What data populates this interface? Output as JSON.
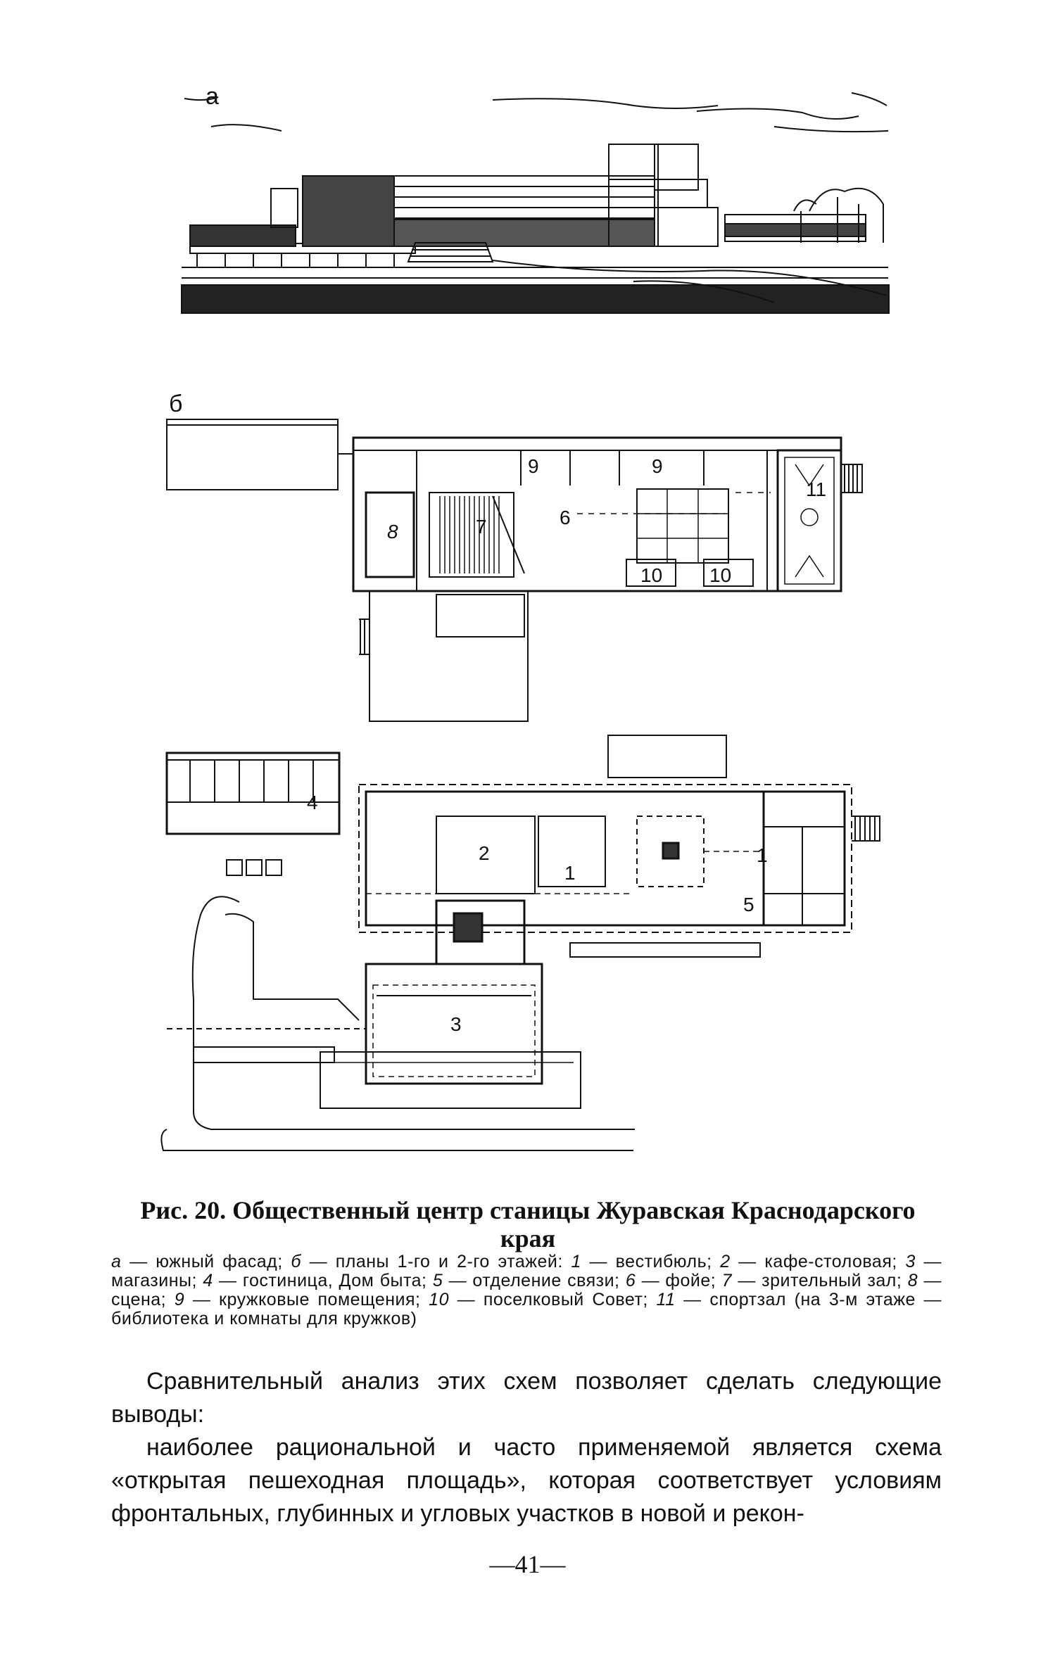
{
  "figure": {
    "panel_a_label": "а",
    "panel_b_label": "б",
    "room_numbers": {
      "r9a": "9",
      "r9b": "9",
      "r8": "8",
      "r7": "7",
      "r6": "6",
      "r11": "11",
      "r10a": "10",
      "r10b": "10",
      "r4": "4",
      "r2": "2",
      "r1a": "1",
      "r1b": "1",
      "r5": "5",
      "r3": "3"
    }
  },
  "caption": {
    "title_line1": "Рис. 20. Общественный центр станицы Журавская Краснодарского",
    "title_line2": "края",
    "legend": [
      {
        "n": "а",
        "t": "— южный фасад;"
      },
      {
        "n": "б",
        "t": "— планы 1-го и 2-го этажей:"
      },
      {
        "n": "1",
        "t": "— вестибюль;"
      },
      {
        "n": "2",
        "t": "— кафе-столовая;"
      },
      {
        "n": "3",
        "t": "— магазины;"
      },
      {
        "n": "4",
        "t": "— гостиница, Дом быта;"
      },
      {
        "n": "5",
        "t": "— отделение связи;"
      },
      {
        "n": "6",
        "t": "— фойе;"
      },
      {
        "n": "7",
        "t": "— зрительный зал;"
      },
      {
        "n": "8",
        "t": "— сцена;"
      },
      {
        "n": "9",
        "t": "— кружковые помещения;"
      },
      {
        "n": "10",
        "t": "— поселковый Совет;"
      },
      {
        "n": "11",
        "t": "— спортзал (на 3-м этаже — библиотека и комнаты для кружков)"
      }
    ]
  },
  "body": {
    "paragraph1": "Сравнительный анализ этих схем позволяет сделать следующие выводы:",
    "paragraph2": "наиболее рациональной и часто применяемой является схема «открытая пешеходная площадь», которая соответствует условиям фронтальных, глубинных и угловых участков в новой и рекон-"
  },
  "page_number": "—41—"
}
